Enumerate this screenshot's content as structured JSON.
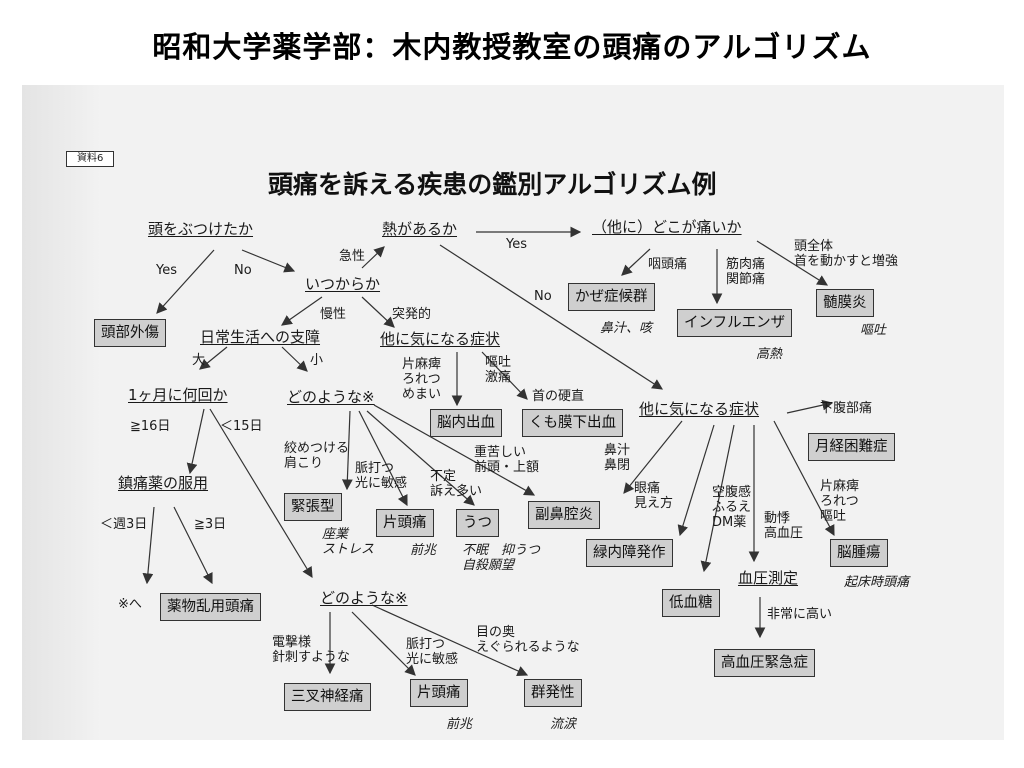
{
  "slide_title": "昭和大学薬学部：木内教授教室の頭痛のアルゴリズム",
  "doc": {
    "tag": "資料6",
    "title": "頭痛を訴える疾患の鑑別アルゴリズム例"
  },
  "questions": {
    "hit_head": "頭をぶつけたか",
    "fever": "熱があるか",
    "other_pain": "（他に）どこが痛いか",
    "since_when": "いつからか",
    "daily_life": "日常生活への支障",
    "other_symptoms_1": "他に気になる症状",
    "monthly": "1ヶ月に何回か",
    "what_kind_1": "どのような※",
    "other_symptoms_2": "他に気になる症状",
    "painkiller": "鎮痛薬の服用",
    "what_kind_2": "どのような※",
    "bp_measure": "血圧測定"
  },
  "diagnoses": {
    "head_trauma": "頭部外傷",
    "cold": "かぜ症候群",
    "influenza": "インフルエンザ",
    "meningitis": "髄膜炎",
    "cerebral_hemorrhage": "脳内出血",
    "sah": "くも膜下出血",
    "tension": "緊張型",
    "migraine_1": "片頭痛",
    "depression": "うつ",
    "sinusitis": "副鼻腔炎",
    "glaucoma": "緑内障発作",
    "hypoglycemia": "低血糖",
    "brain_tumor": "脳腫瘍",
    "dysmenorrhea": "月経困難症",
    "moh": "薬物乱用頭痛",
    "trigeminal": "三叉神経痛",
    "migraine_2": "片頭痛",
    "cluster": "群発性",
    "hypertensive": "高血圧緊急症"
  },
  "labels": {
    "yes_1": "Yes",
    "no_1": "No",
    "yes_2": "Yes",
    "no_2": "No",
    "acute": "急性",
    "chronic": "慢性",
    "sudden": "突発的",
    "large": "大",
    "small": "小",
    "ge16": "≧16日",
    "lt15": "＜15日",
    "lt_week3": "＜週3日",
    "ge3": "≧3日",
    "see_note": "※へ",
    "throat": "咽頭痛",
    "muscle": "筋肉痛\n関節痛",
    "whole_head": "頭全体\n首を動かすと増強",
    "hemiplegia": "片麻痺\nろれつ\nめまい",
    "vomit": "嘔吐\n激痛",
    "neck": "首の硬直",
    "tight": "絞めつける\n肩こり",
    "pulsating": "脈打つ\n光に敏感",
    "vague": "不定\n訴え多い",
    "heavy": "重苦しい\n前頭・上額",
    "nasal": "鼻汁\n鼻閉",
    "eye": "眼痛\n見え方",
    "hungry": "空腹感\nふるえ\nDM薬",
    "palpitation": "動悸\n高血圧",
    "hemi2": "片麻痺\nろれつ\n嘔吐",
    "lower_abd": "下腹部痛",
    "very_high": "非常に高い",
    "electric": "電撃様\n針刺すような",
    "pulsating2": "脈打つ\n光に敏感",
    "eye_back": "目の奥\nえぐられるような"
  },
  "notes": {
    "cold": "鼻汁、咳",
    "influenza": "高熱",
    "meningitis": "嘔吐",
    "tension": "座業\nストレス",
    "migraine_1": "前兆",
    "depression": "不眠　抑うつ\n自殺願望",
    "brain_tumor": "起床時頭痛",
    "migraine_2": "前兆",
    "cluster": "流涙"
  }
}
